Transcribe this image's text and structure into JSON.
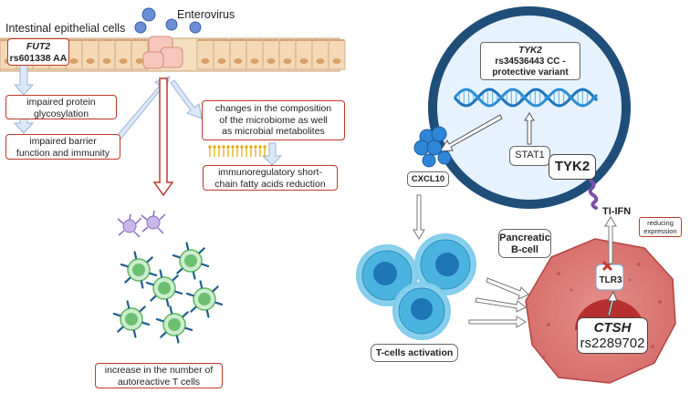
{
  "left": {
    "epithelium_label": "Intestinal epithelial cells",
    "enterovirus_label": "Enterovirus",
    "fut2": {
      "gene": "FUT2",
      "variant": "rs601338 AA"
    },
    "boxes": {
      "impaired_glycosylation": [
        "impaired protein",
        "glycosylation"
      ],
      "impaired_barrier": [
        "impaired barrier",
        "function and immunity"
      ],
      "microbiome": [
        "changes in the composition",
        "of the microbiome as well",
        "as microbial metabolites"
      ],
      "scfa": [
        "immunoregulatory short-",
        "chain fatty acids reduction"
      ],
      "autoreactive": [
        "increase in the number of",
        "autoreactive T cells"
      ]
    }
  },
  "right": {
    "tyk2_gene": {
      "gene": "TYK2",
      "variant_lines": [
        "rs34536443 CC -",
        "protective variant"
      ]
    },
    "stat1": "STAT1",
    "tyk2_protein": "TYK2",
    "cxcl10": "CXCL10",
    "tiifn": "TI-IFN",
    "reducing_expression": [
      "reducing",
      "expression"
    ],
    "pancreatic": [
      "Pancreatic",
      "B-cell"
    ],
    "tlr3": "TLR3",
    "ctsh": {
      "gene": "CTSH",
      "variant": "rs2289702"
    },
    "tcells_activation": "T-cells activation"
  },
  "colors": {
    "label_border": "#c0392b",
    "epithelium": "#f0d7b3",
    "virus": "#5a7fc9",
    "nucleus_ring": "#1f4e79",
    "nucleus_fill": "#dfefff",
    "dna": "#2e86c1",
    "tcell": "#3fa9d8",
    "beta_cell": "#d9534f",
    "treg": "#5cb85c",
    "arrow_fill": "#dbe8f7",
    "arrow_stroke": "#9db4d6",
    "red_arrow": "#c0392b"
  }
}
